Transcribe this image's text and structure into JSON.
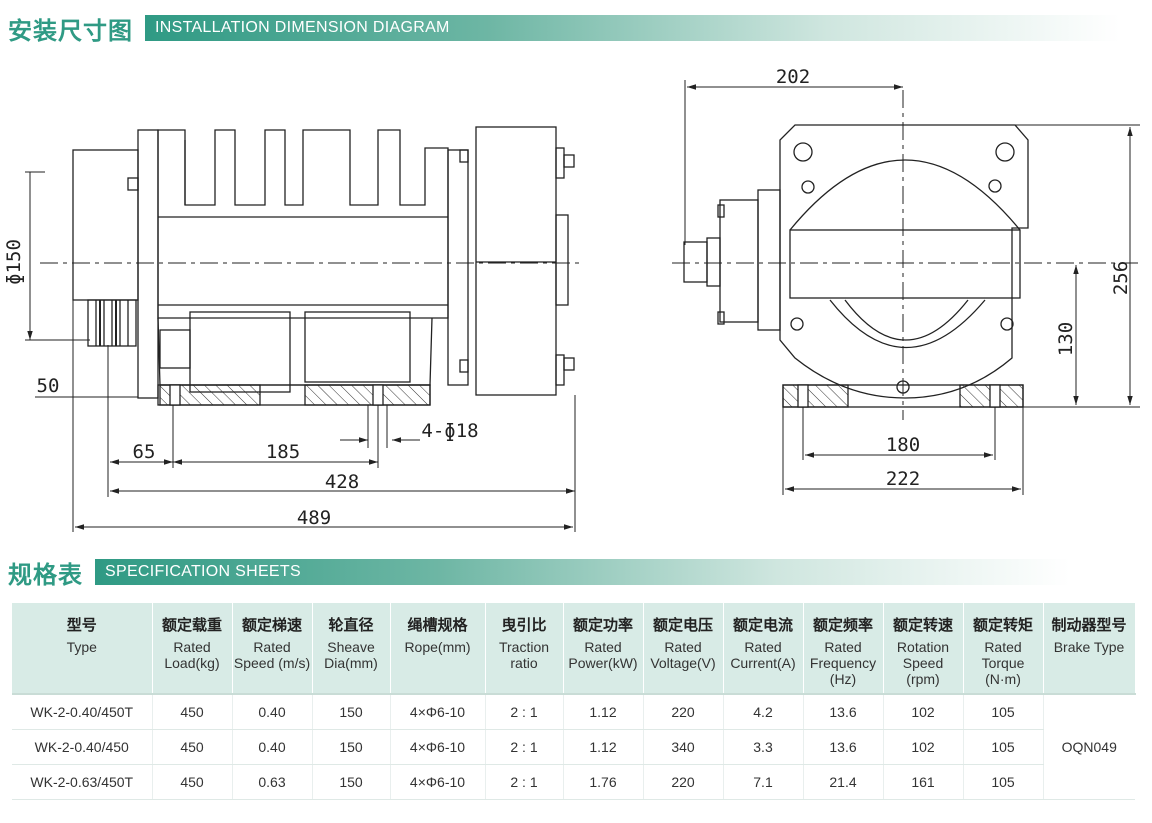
{
  "section1": {
    "title_cn": "安装尺寸图",
    "title_en": "INSTALLATION DIMENSION DIAGRAM"
  },
  "section2": {
    "title_cn": "规格表",
    "title_en": "SPECIFICATION SHEETS"
  },
  "diagram": {
    "dim_top_width": "202",
    "dim_diameter": "ɸ150",
    "dim_left_50": "50",
    "dim_65": "65",
    "dim_185": "185",
    "dim_holes": "4-ɸ18",
    "dim_428": "428",
    "dim_489": "489",
    "dim_256": "256",
    "dim_130": "130",
    "dim_180": "180",
    "dim_222": "222"
  },
  "table": {
    "headers": [
      {
        "cn": "型号",
        "en": "Type"
      },
      {
        "cn": "额定载重",
        "en": "Rated Load(kg)"
      },
      {
        "cn": "额定梯速",
        "en": "Rated Speed (m/s)"
      },
      {
        "cn": "轮直径",
        "en": "Sheave Dia(mm)"
      },
      {
        "cn": "绳槽规格",
        "en": "Rope(mm)"
      },
      {
        "cn": "曳引比",
        "en": "Traction ratio"
      },
      {
        "cn": "额定功率",
        "en": "Rated Power(kW)"
      },
      {
        "cn": "额定电压",
        "en": "Rated Voltage(V)"
      },
      {
        "cn": "额定电流",
        "en": "Rated Current(A)"
      },
      {
        "cn": "额定频率",
        "en": "Rated Frequency (Hz)"
      },
      {
        "cn": "额定转速",
        "en": "Rotation Speed (rpm)"
      },
      {
        "cn": "额定转矩",
        "en": "Rated Torque (N·m)"
      },
      {
        "cn": "制动器型号",
        "en": "Brake Type"
      }
    ],
    "rows": [
      [
        "WK-2-0.40/450T",
        "450",
        "0.40",
        "150",
        "4×Φ6-10",
        "2 : 1",
        "1.12",
        "220",
        "4.2",
        "13.6",
        "102",
        "105"
      ],
      [
        "WK-2-0.40/450",
        "450",
        "0.40",
        "150",
        "4×Φ6-10",
        "2 : 1",
        "1.12",
        "340",
        "3.3",
        "13.6",
        "102",
        "105"
      ],
      [
        "WK-2-0.63/450T",
        "450",
        "0.63",
        "150",
        "4×Φ6-10",
        "2 : 1",
        "1.76",
        "220",
        "7.1",
        "21.4",
        "161",
        "105"
      ]
    ],
    "brake_type": "OQN049"
  }
}
